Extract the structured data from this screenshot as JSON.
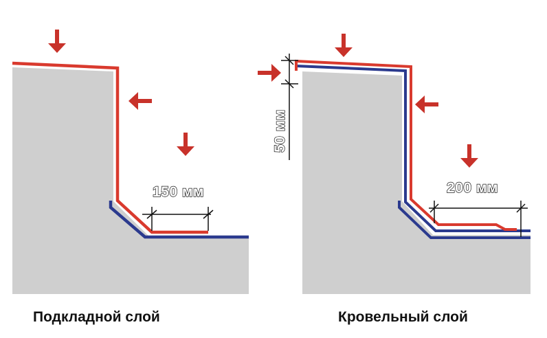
{
  "colors": {
    "wall": "#cfcfcf",
    "underlay_layer": "#d93a2e",
    "roofing_layer": "#2b3a8e",
    "arrow": "#c8322a",
    "dimension_line": "#111111"
  },
  "left_panel": {
    "caption": "Подкладной слой",
    "dimension_label": "150 мм"
  },
  "right_panel": {
    "caption": "Кровельный слой",
    "dimension_label": "200 мм",
    "vertical_dimension_label": "50 мм"
  },
  "icons": [
    "arrow-down-icon",
    "arrow-left-icon"
  ]
}
